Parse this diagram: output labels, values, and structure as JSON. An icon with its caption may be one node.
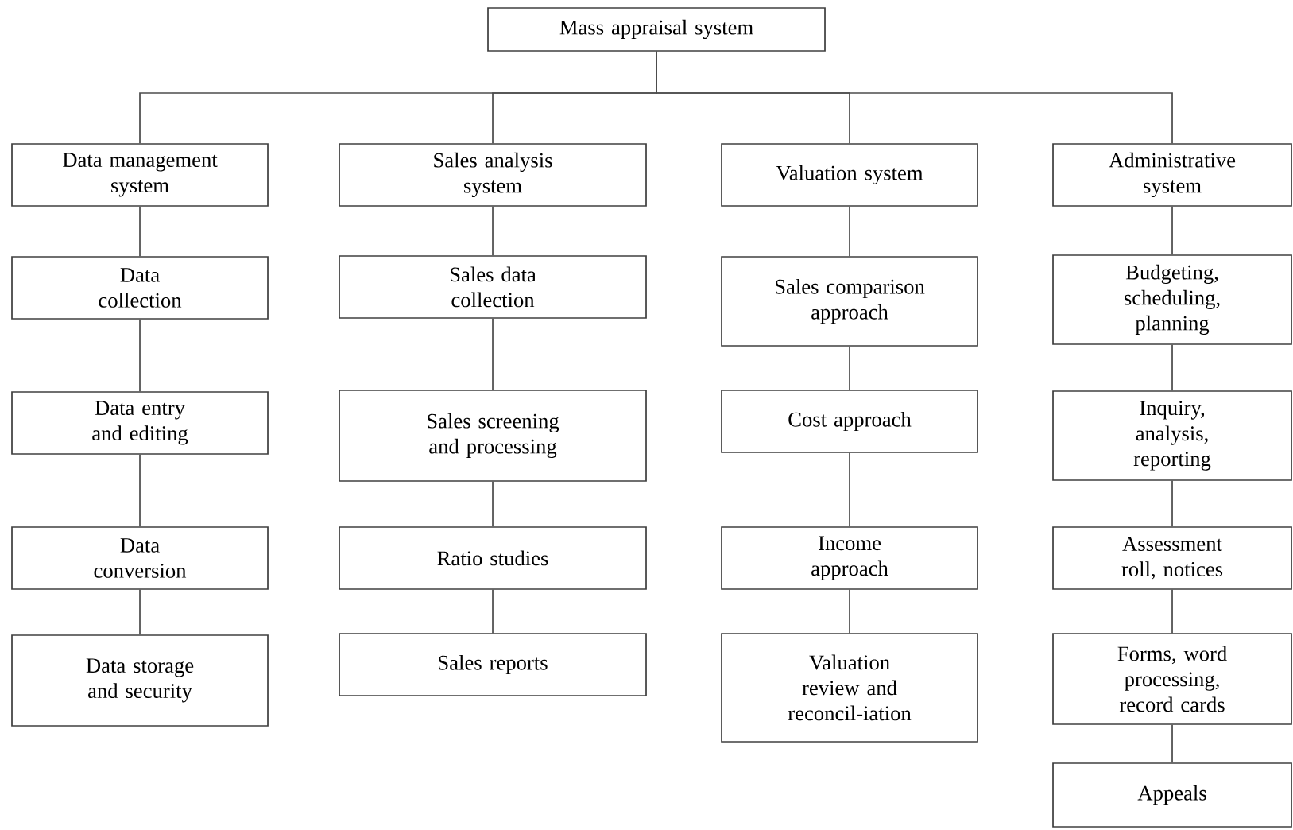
{
  "diagram": {
    "nodes": [
      {
        "text": [
          "Mass appraisal system"
        ]
      },
      {
        "text": [
          "Data management system"
        ]
      },
      {
        "text": [
          "Data collection"
        ]
      },
      {
        "text": [
          "Data entry and editing"
        ]
      },
      {
        "text": [
          "Data conversion"
        ]
      },
      {
        "text": [
          "Data storage and security"
        ]
      },
      {
        "text": [
          "Sales analysis system"
        ]
      },
      {
        "text": [
          "Sales data collection"
        ]
      },
      {
        "text": [
          "Sales screening and processing"
        ]
      },
      {
        "text": [
          "Ratio studies"
        ]
      },
      {
        "text": [
          "Sales reports"
        ]
      },
      {
        "text": [
          "Valuation system"
        ]
      },
      {
        "text": [
          "Sales comparison approach"
        ]
      },
      {
        "text": [
          "Cost approach"
        ]
      },
      {
        "text": [
          "Income approach"
        ]
      },
      {
        "text": [
          "Valuation review and reconcil-iation"
        ]
      },
      {
        "text": [
          "Administrative system"
        ]
      },
      {
        "text": [
          "Budgeting, scheduling, planning"
        ]
      },
      {
        "text": [
          "Inquiry, analysis, reporting"
        ]
      },
      {
        "text": [
          "Assessment roll, notices"
        ]
      },
      {
        "text": [
          "Forms, word processing, record cards"
        ]
      },
      {
        "text": [
          "Appeals"
        ]
      }
    ],
    "edges": [
      {
        "from": 0,
        "to": 1,
        "arrow": "none"
      },
      {
        "from": 0,
        "to": 6,
        "arrow": "none"
      },
      {
        "from": 0,
        "to": 11,
        "arrow": "none"
      },
      {
        "from": 0,
        "to": 16,
        "arrow": "none"
      },
      {
        "from": 1,
        "to": 2,
        "arrow": "none"
      },
      {
        "from": 2,
        "to": 3,
        "arrow": "none"
      },
      {
        "from": 3,
        "to": 4,
        "arrow": "none"
      },
      {
        "from": 4,
        "to": 5,
        "arrow": "none"
      },
      {
        "from": 6,
        "to": 7,
        "arrow": "none"
      },
      {
        "from": 7,
        "to": 8,
        "arrow": "none"
      },
      {
        "from": 8,
        "to": 9,
        "arrow": "none"
      },
      {
        "from": 9,
        "to": 10,
        "arrow": "none"
      },
      {
        "from": 11,
        "to": 12,
        "arrow": "none"
      },
      {
        "from": 12,
        "to": 13,
        "arrow": "none"
      },
      {
        "from": 13,
        "to": 14,
        "arrow": "none"
      },
      {
        "from": 14,
        "to": 15,
        "arrow": "none"
      },
      {
        "from": 16,
        "to": 17,
        "arrow": "none"
      },
      {
        "from": 17,
        "to": 18,
        "arrow": "none"
      },
      {
        "from": 18,
        "to": 19,
        "arrow": "none"
      },
      {
        "from": 19,
        "to": 20,
        "arrow": "none"
      },
      {
        "from": 20,
        "to": 21,
        "arrow": "none"
      }
    ]
  }
}
